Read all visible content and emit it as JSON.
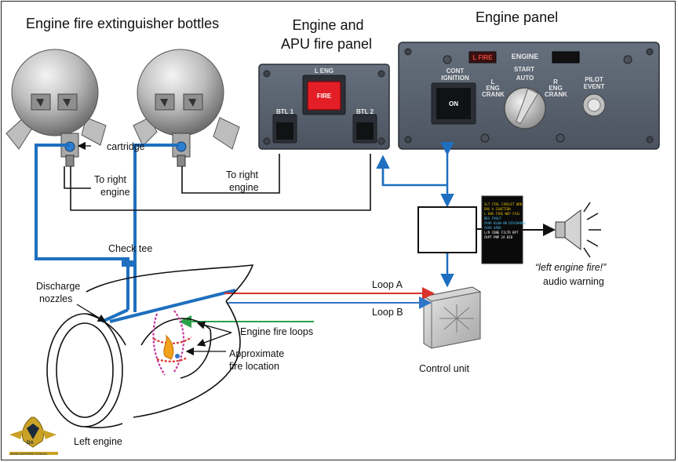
{
  "titles": {
    "bottles": "Engine fire extinguisher bottles",
    "fire_panel_line1": "Engine and",
    "fire_panel_line2": "APU fire  panel",
    "engine_panel": "Engine panel"
  },
  "labels": {
    "cartridge": "cartridge",
    "to_right_engine_1a": "To right",
    "to_right_engine_1b": "engine",
    "to_right_engine_2a": "To right",
    "to_right_engine_2b": "engine",
    "check_tee": "Check tee",
    "discharge_a": "Discharge",
    "discharge_b": "nozzles",
    "loop_a": "Loop A",
    "loop_b": "Loop B",
    "fire_loops": "Engine fire loops",
    "fire_location_a": "Approximate",
    "fire_location_b": "fire location",
    "control_unit": "Control unit",
    "left_engine": "Left engine",
    "audio_quote": "“left engine fire!”",
    "audio_warning": "audio warning"
  },
  "fire_panel": {
    "l_eng": "L ENG",
    "fire": "FIRE",
    "btl1": "BTL 1",
    "btl2": "BTL 2"
  },
  "engine_panel": {
    "l_fire": "L FIRE",
    "engine": "ENGINE",
    "cont": "CONT",
    "ignition": "IGNITION",
    "on": "ON",
    "start": "START",
    "auto": "AUTO",
    "l": "L",
    "r": "R",
    "eng": "ENG",
    "crank": "CRANK",
    "pilot": "PILOT",
    "event": "EVENT"
  },
  "display": {
    "lines": [
      "SLT CTRL CIRCUIT WDB",
      "ENG A IGNITION",
      "L ENG FIRE WEP FAIL",
      "BES FAULT",
      "CKVR BLOW-ON DISCHARGE",
      "CKVR APER",
      "L/R CONE FILTR BPT",
      "CKPT PNP 2A BIB"
    ]
  },
  "watermark": {
    "line1": "DA",
    "line2": "ARAB DEFENSE FORUM"
  },
  "colors": {
    "pipe": "#1e6fbf",
    "loop_a": "#d9332b",
    "loop_b": "#2f74c8",
    "green": "#2aa24a",
    "panel": "#5a6270",
    "fire": "#e41e26"
  }
}
